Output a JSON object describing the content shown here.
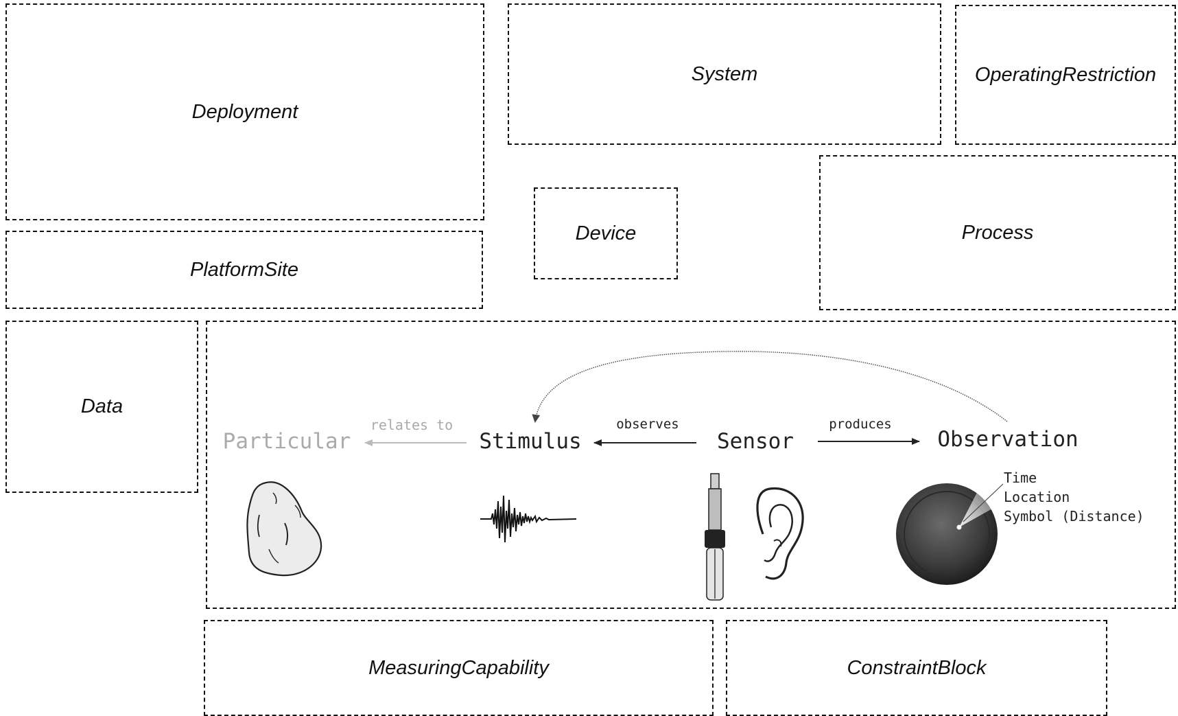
{
  "boxes": {
    "deployment": "Deployment",
    "system": "System",
    "operating_restriction": "OperatingRestriction",
    "platform_site": "PlatformSite",
    "device": "Device",
    "process": "Process",
    "data": "Data",
    "measuring_capability": "MeasuringCapability",
    "constraint_block": "ConstraintBlock"
  },
  "concept_diagram": {
    "nodes": {
      "particular": "Particular",
      "stimulus": "Stimulus",
      "sensor": "Sensor",
      "observation": "Observation"
    },
    "edges": {
      "relates_to": "relates to",
      "observes": "observes",
      "produces": "produces"
    },
    "observation_attributes": [
      "Time",
      "Location",
      "Symbol (Distance)"
    ]
  }
}
